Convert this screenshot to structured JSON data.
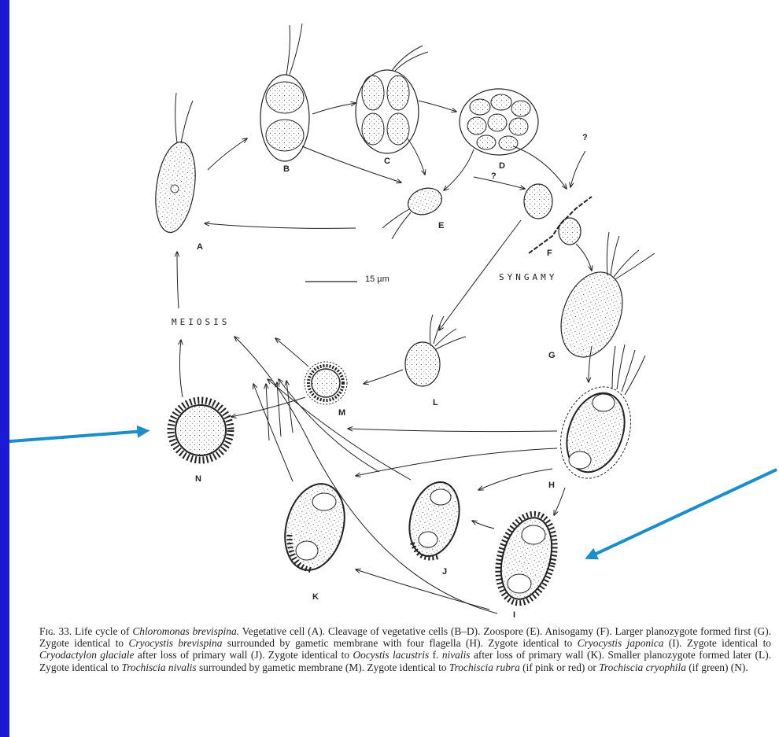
{
  "accent_color": "#1a1ad6",
  "arrow_color": "#1b8ec9",
  "labels": {
    "A": "A",
    "B": "B",
    "C": "C",
    "D": "D",
    "E": "E",
    "F": "F",
    "G": "G",
    "H": "H",
    "I": "I",
    "J": "J",
    "K": "K",
    "L": "L",
    "M": "M",
    "N": "N",
    "meiosis": "MEIOSIS",
    "syngamy": "SYNGAMY",
    "scale": "15 µm",
    "q1": "?",
    "q2": "?"
  },
  "caption": {
    "s1": "Fɪɢ. 33. Life cycle of ",
    "s1_i": "Chloromonas brevispina.",
    "s2": " Vegetative cell (A). Cleavage of vegetative cells (B–D). Zoospore (E). Anisogamy (F). Larger planozygote formed first (G). Zygote identical to ",
    "s2_i": "Cryocystis brevispina",
    "s3": " surrounded by gametic membrane with four flagella (H). Zygote identical to ",
    "s3_i": "Cryocystis japonica",
    "s4": " (I). Zygote identical to ",
    "s4_i": "Cryodactylon glaciale",
    "s5": " after loss of primary wall (J). Zygote identical to ",
    "s5_i": "Oocystis lacustris",
    "s6": " f. ",
    "s6_i": "nivalis",
    "s7": " after loss of primary wall (K). Smaller planozygote formed later (L). Zygote identical to ",
    "s7_i": "Trochiscia nivalis",
    "s8": " surrounded by gametic membrane (M). Zygote identical to ",
    "s8_i": "Trochiscia rubra",
    "s9": " (if pink or red) or ",
    "s9_i": "Trochiscia cryophila",
    "s10": " (if green) (N)."
  }
}
